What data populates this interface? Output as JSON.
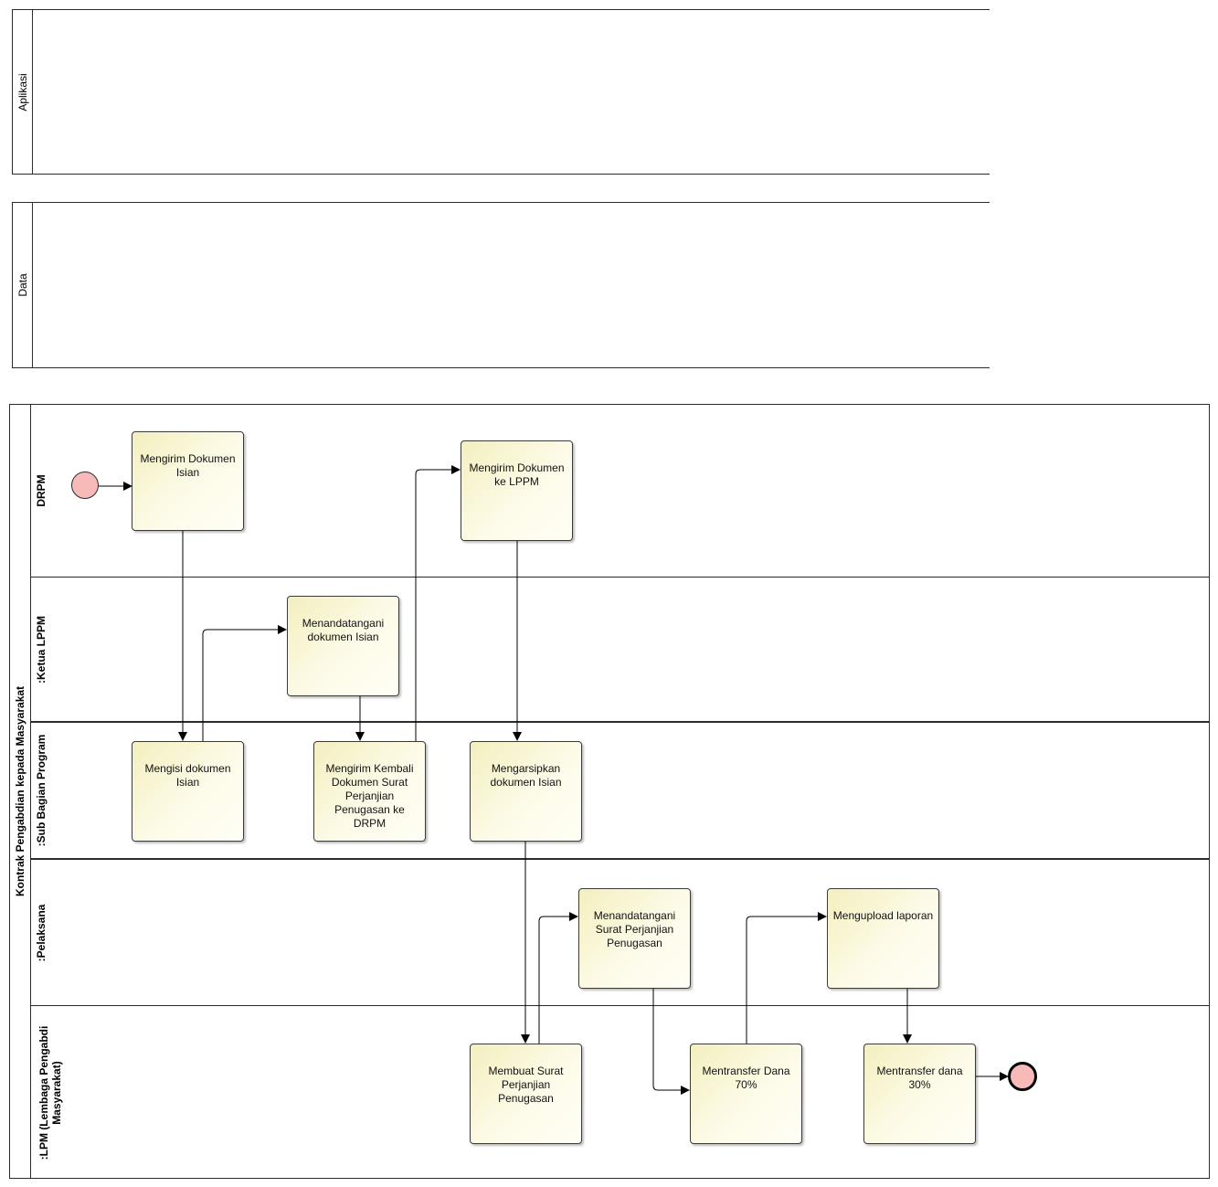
{
  "pools": {
    "aplikasi": {
      "label": "Aplikasi"
    },
    "data": {
      "label": "Data"
    },
    "main": {
      "label": "Kontrak Pengabdian kepada Masyarakat"
    }
  },
  "lanes": {
    "drpm": "DRPM",
    "ketua": ":Ketua LPPM",
    "subbagian": ":Sub Bagian Program",
    "pelaksana": ":Pelaksana",
    "lpm": ":LPM (Lembaga Pengabdi Masyarakat)"
  },
  "tasks": {
    "t1": "Mengirim Dokumen Isian",
    "t2": "Menandatangani dokumen Isian",
    "t3": "Mengisi dokumen Isian",
    "t4": "Mengirim Kembali Dokumen Surat Perjanjian Penugasan ke DRPM",
    "t5": "Mengirim Dokumen ke LPPM",
    "t6": "Mengarsipkan dokumen Isian",
    "t7": "Membuat Surat Perjanjian Penugasan",
    "t8": "Menandatangani Surat Perjanjian Penugasan",
    "t9": "Mentransfer Dana 70%",
    "t10": "Mengupload laporan",
    "t11": "Mentransfer dana 30%"
  },
  "colors": {
    "line": "#2b2b2b",
    "task_fill": "#f8f5d6",
    "event_fill": "#f8b9b9"
  }
}
